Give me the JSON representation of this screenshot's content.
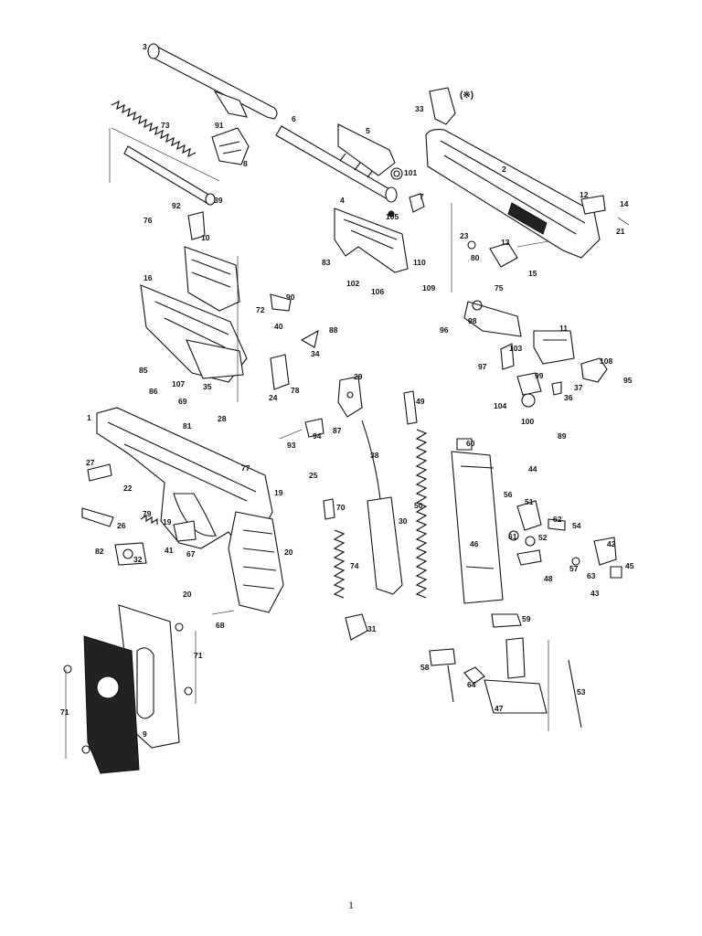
{
  "diagram": {
    "note_mark": "(※)",
    "page_number": "1",
    "part_labels": [
      "3",
      "73",
      "91",
      "8",
      "6",
      "5",
      "101",
      "7",
      "39",
      "92",
      "76",
      "10",
      "4",
      "105",
      "83",
      "110",
      "102",
      "106",
      "109",
      "16",
      "90",
      "72",
      "40",
      "88",
      "34",
      "85",
      "86",
      "107",
      "69",
      "35",
      "24",
      "78",
      "29",
      "87",
      "94",
      "93",
      "81",
      "28",
      "1",
      "27",
      "22",
      "26",
      "79",
      "19",
      "82",
      "32",
      "41",
      "67",
      "77",
      "25",
      "19",
      "20",
      "20",
      "68",
      "71",
      "71",
      "9",
      "33",
      "2",
      "12",
      "14",
      "21",
      "23",
      "80",
      "13",
      "15",
      "75",
      "98",
      "96",
      "11",
      "103",
      "97",
      "108",
      "95",
      "37",
      "36",
      "99",
      "104",
      "100",
      "89",
      "49",
      "60",
      "38",
      "50",
      "30",
      "70",
      "74",
      "31",
      "44",
      "56",
      "51",
      "61",
      "52",
      "62",
      "54",
      "42",
      "45",
      "57",
      "63",
      "43",
      "46",
      "48",
      "59",
      "58",
      "64",
      "47",
      "53"
    ]
  }
}
